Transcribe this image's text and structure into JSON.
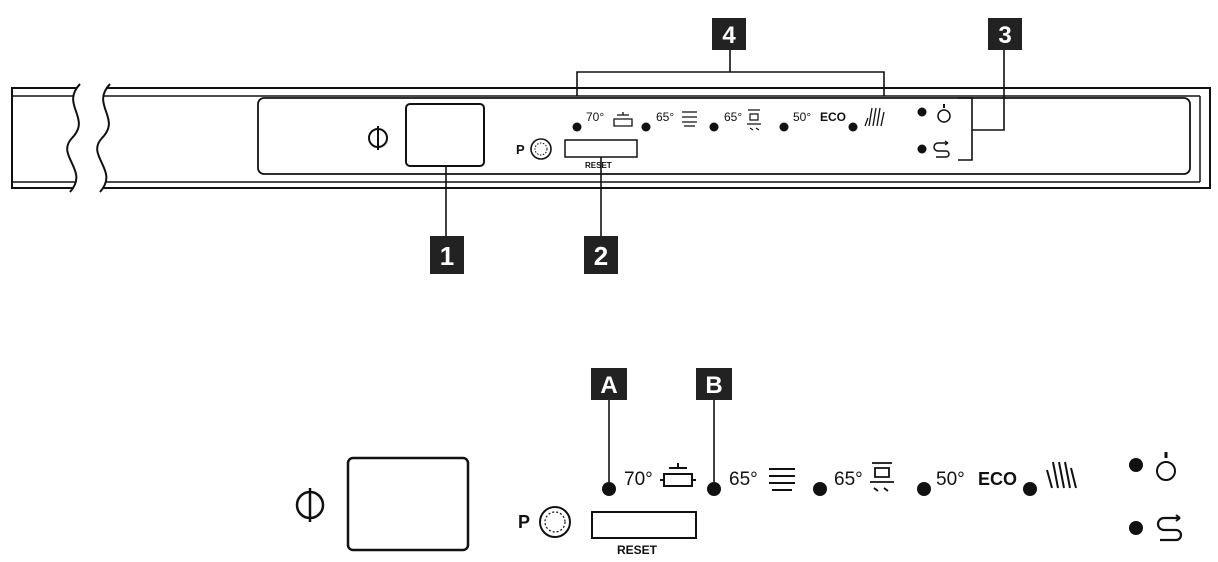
{
  "callouts": {
    "c1": "1",
    "c2": "2",
    "c3": "3",
    "c4": "4",
    "cA": "A",
    "cB": "B"
  },
  "panel": {
    "program_key": "P",
    "reset_label": "RESET",
    "programs": [
      {
        "temp": "70°",
        "icon": "pot-icon"
      },
      {
        "temp": "65°",
        "icon": "stacked-plates-icon"
      },
      {
        "temp": "65°",
        "icon": "glasses-plates-icon"
      },
      {
        "temp": "50°",
        "icon": "eco-icon",
        "extra": "ECO"
      },
      {
        "temp": "",
        "icon": "rinse-spray-icon"
      }
    ],
    "indicators": [
      "salt-refill-icon",
      "rinse-aid-icon"
    ]
  },
  "colors": {
    "ink": "#111111",
    "callout_bg": "#222222",
    "callout_text": "#ffffff"
  }
}
